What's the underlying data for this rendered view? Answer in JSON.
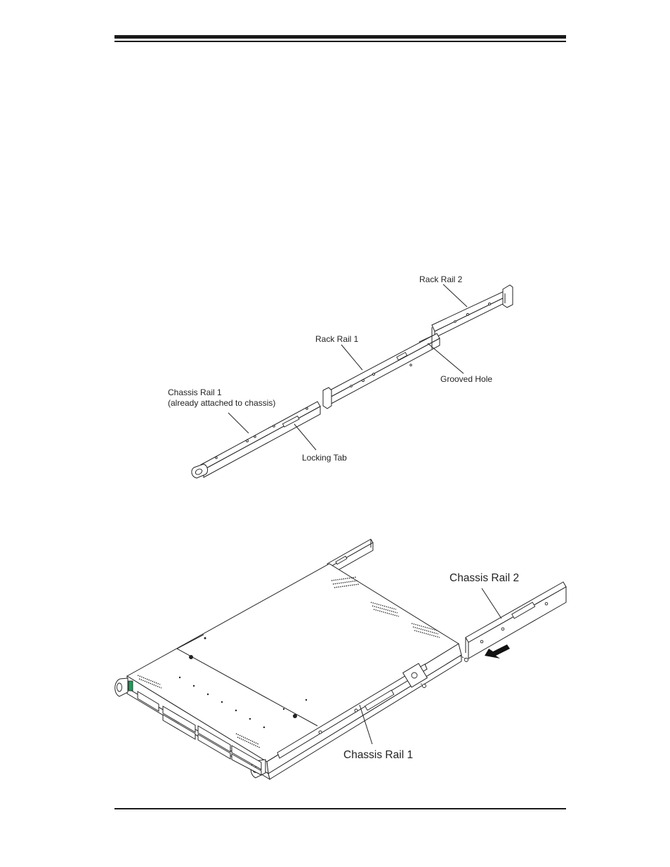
{
  "figure_top": {
    "labels": {
      "rack_rail_2": "Rack Rail 2",
      "rack_rail_1": "Rack Rail 1",
      "grooved_hole": "Grooved Hole",
      "chassis_rail_1_line1": "Chassis Rail 1",
      "chassis_rail_1_line2": "(already attached to chassis)",
      "locking_tab": "Locking Tab"
    }
  },
  "figure_bottom": {
    "labels": {
      "chassis_rail_2": "Chassis Rail 2",
      "chassis_rail_1": "Chassis Rail 1"
    }
  }
}
